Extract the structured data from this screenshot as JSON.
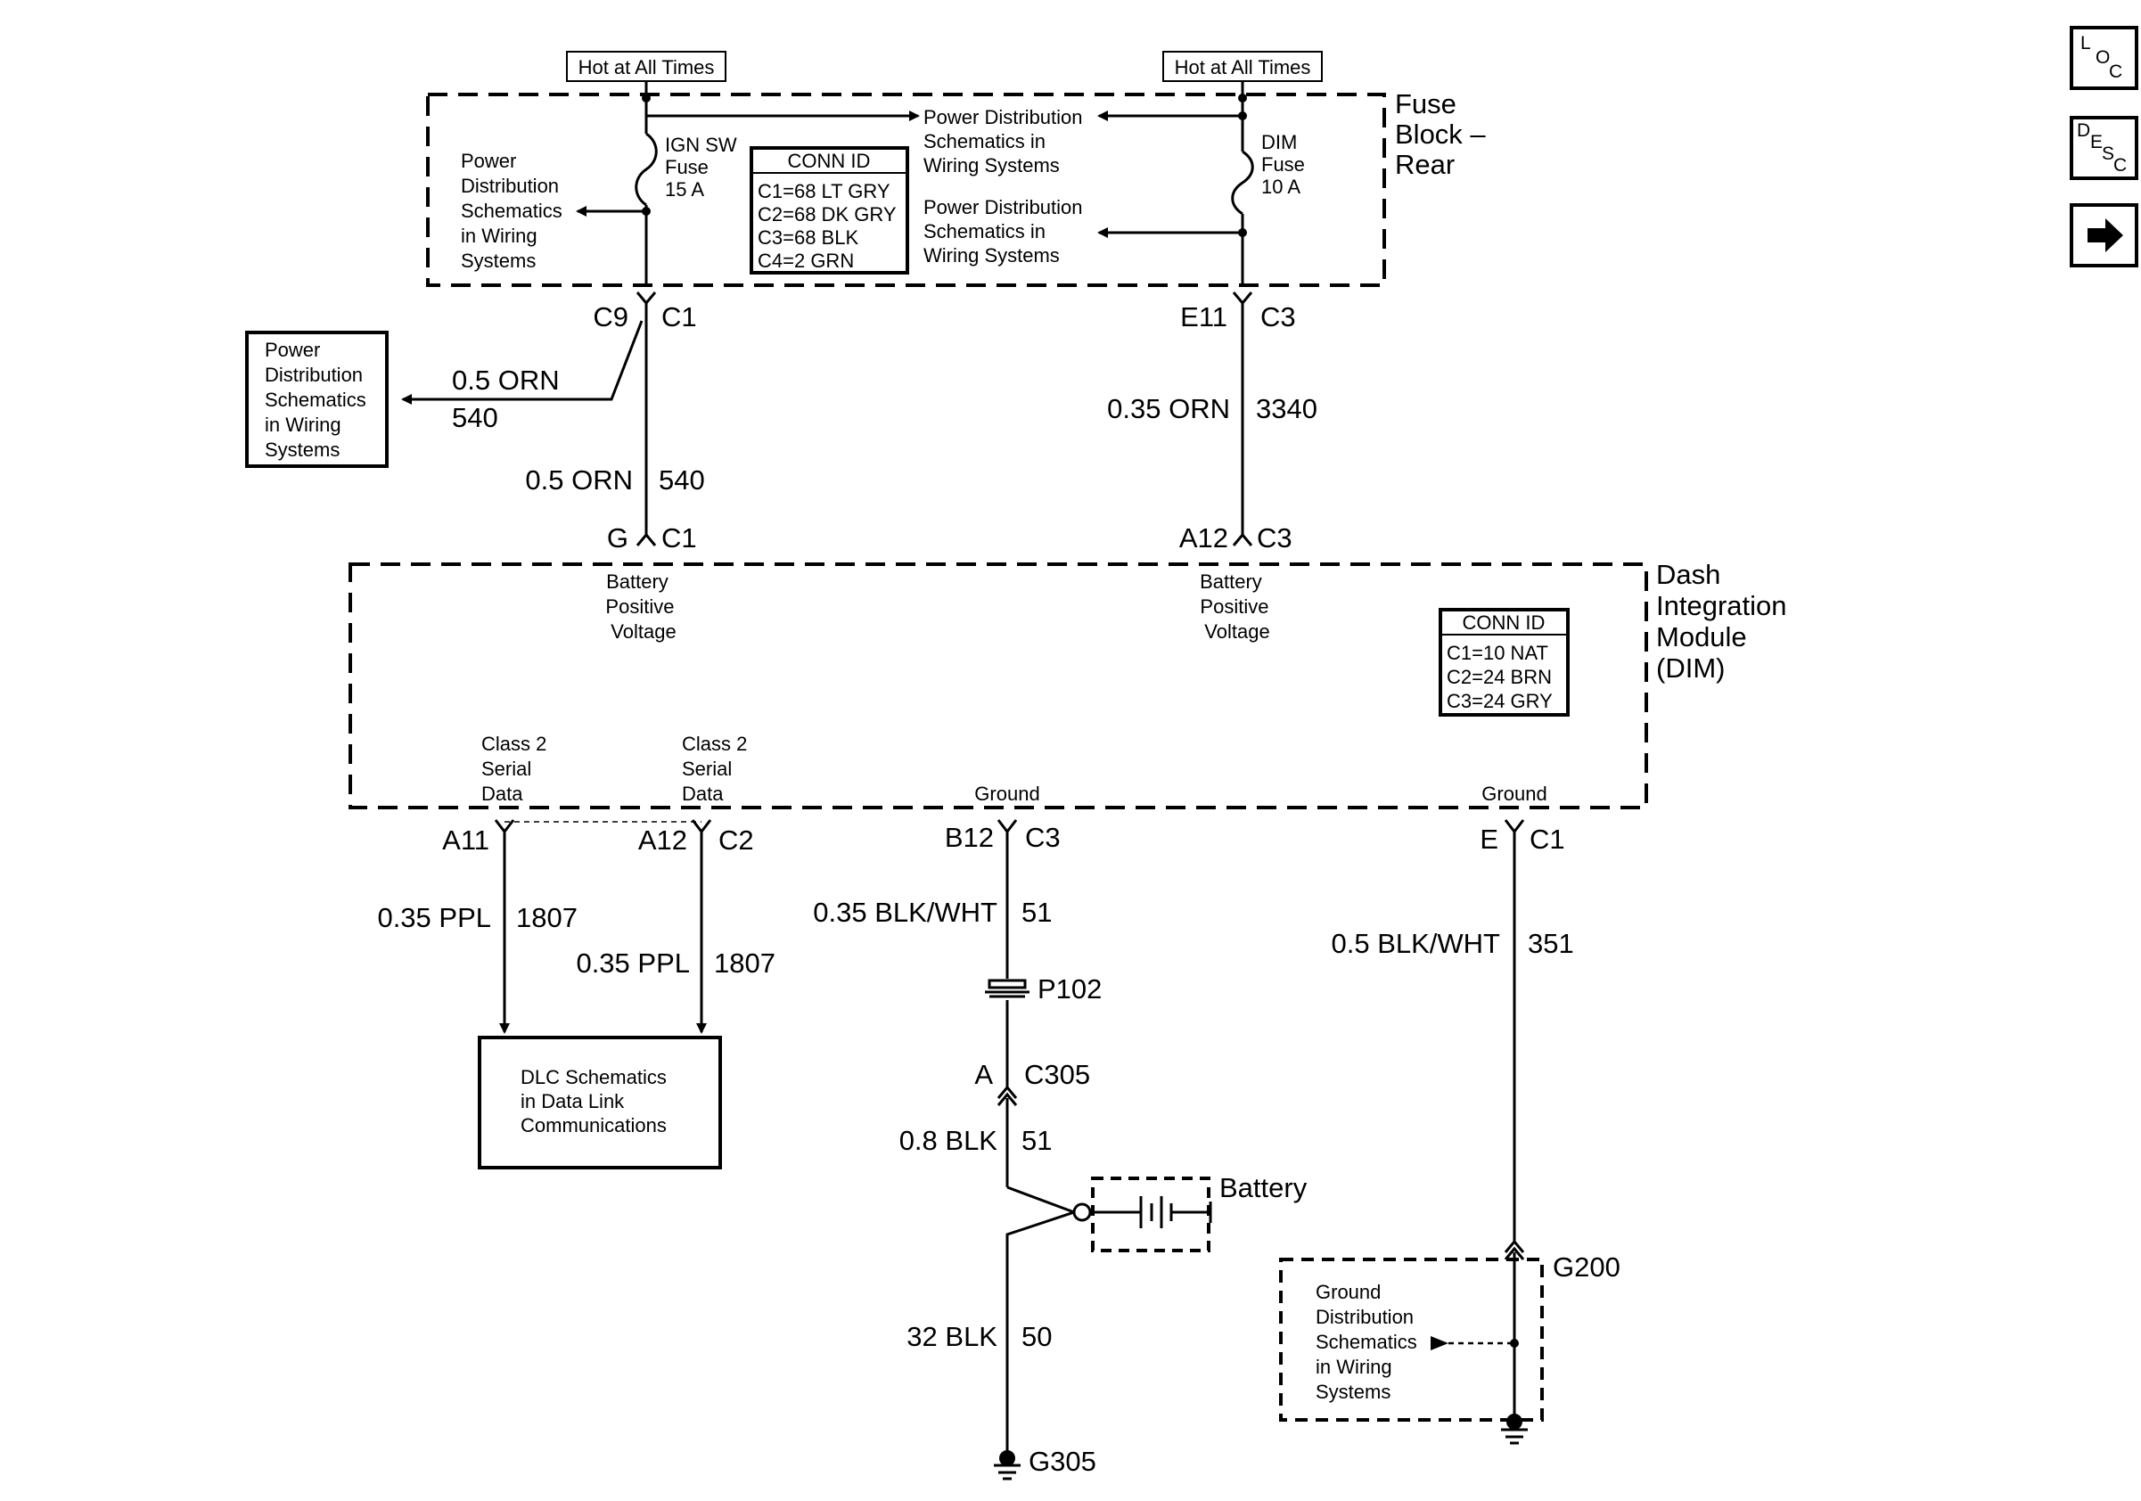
{
  "fuse_block": {
    "title": [
      "Fuse",
      "Block –",
      "Rear"
    ],
    "hot_left": "Hot at All Times",
    "hot_right": "Hot at All Times",
    "ign_fuse": [
      "IGN SW",
      "Fuse",
      "15 A"
    ],
    "dim_fuse": [
      "DIM",
      "Fuse",
      "10 A"
    ],
    "left_ref": [
      "Power",
      "Distribution",
      "Schematics",
      "in Wiring",
      "Systems"
    ],
    "top_ref": [
      "Power Distribution",
      "Schematics in",
      "Wiring Systems"
    ],
    "mid_ref": [
      "Power Distribution",
      "Schematics in",
      "Wiring Systems"
    ],
    "conn_id": {
      "title": "CONN ID",
      "lines": [
        "C1=68 LT GRY",
        "C2=68 DK GRY",
        "C3=68 BLK",
        "C4=2 GRN"
      ]
    }
  },
  "left_power_box": [
    "Power",
    "Distribution",
    "Schematics",
    "in Wiring",
    "Systems"
  ],
  "wires": {
    "c9_pin": "C9",
    "c9_conn": "C1",
    "e11_pin": "E11",
    "e11_conn": "C3",
    "branch_gauge": "0.5 ORN",
    "branch_circuit": "540",
    "w540_gauge": "0.5 ORN",
    "w540_circuit": "540",
    "w3340_gauge": "0.35 ORN",
    "w3340_circuit": "3340",
    "g_pin": "G",
    "g_conn": "C1",
    "a12_pin": "A12",
    "a12_conn": "C3"
  },
  "dim": {
    "title": [
      "Dash",
      "Integration",
      "Module",
      "(DIM)"
    ],
    "bpv_left": [
      "Battery",
      "Positive",
      "Voltage"
    ],
    "bpv_right": [
      "Battery",
      "Positive",
      "Voltage"
    ],
    "class2_left": [
      "Class 2",
      "Serial",
      "Data"
    ],
    "class2_right": [
      "Class 2",
      "Serial",
      "Data"
    ],
    "ground_mid": "Ground",
    "ground_right": "Ground",
    "conn_id": {
      "title": "CONN ID",
      "lines": [
        "C1=10 NAT",
        "C2=24 BRN",
        "C3=24 GRY"
      ]
    }
  },
  "lower": {
    "a11_pin": "A11",
    "a12_pin": "A12",
    "c2_conn": "C2",
    "b12_pin": "B12",
    "b12_conn": "C3",
    "e_pin": "E",
    "e_conn": "C1",
    "ppl1_gauge": "0.35 PPL",
    "ppl1_circuit": "1807",
    "ppl2_gauge": "0.35 PPL",
    "ppl2_circuit": "1807",
    "bw51_gauge": "0.35 BLK/WHT",
    "bw51_circuit": "51",
    "bw351_gauge": "0.5 BLK/WHT",
    "bw351_circuit": "351",
    "p102": "P102",
    "c305_pin": "A",
    "c305_conn": "C305",
    "blk51_gauge": "0.8 BLK",
    "blk51_circuit": "51",
    "battery": "Battery",
    "blk50_gauge": "32 BLK",
    "blk50_circuit": "50",
    "g305": "G305",
    "g200": "G200",
    "dlc_box": [
      "DLC Schematics",
      "in Data Link",
      "Communications"
    ],
    "ground_ref": [
      "Ground",
      "Distribution",
      "Schematics",
      "in Wiring",
      "Systems"
    ]
  },
  "nav": {
    "loc": [
      "L",
      "O",
      "C"
    ],
    "desc": [
      "D",
      "E",
      "S",
      "C"
    ]
  }
}
